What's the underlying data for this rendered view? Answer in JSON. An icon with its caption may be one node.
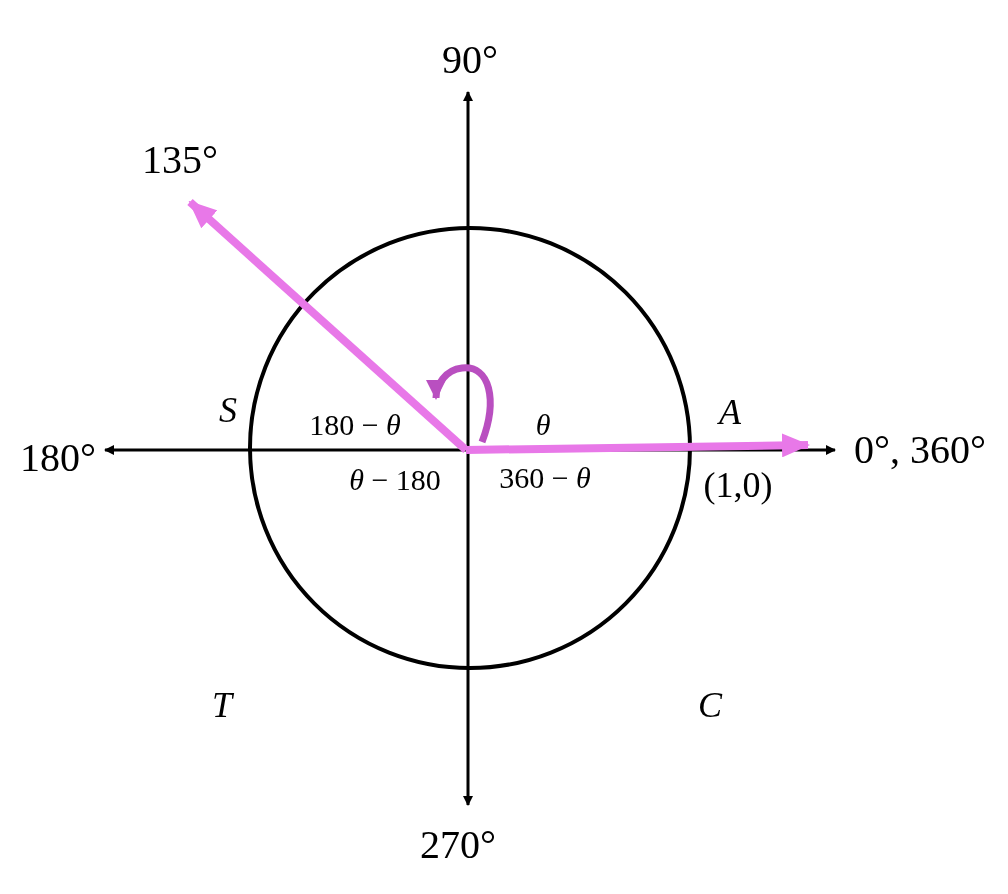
{
  "diagram": {
    "labels": [
      "90°",
      "135°",
      "*S*",
      "180 − *θ*",
      "*θ*",
      "*A*",
      "180°",
      "0°, 360°",
      "*θ* − 180",
      "360 − *θ*",
      "(1,0)",
      "*T*",
      "*C*",
      "270°"
    ]
  }
}
